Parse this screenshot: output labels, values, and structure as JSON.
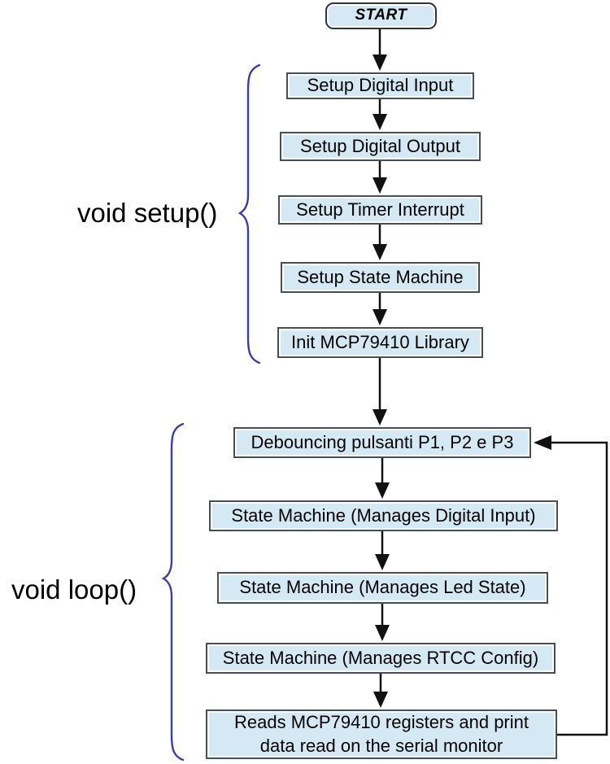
{
  "diagram": {
    "start": {
      "label": "START"
    },
    "setup": {
      "label": "void setup()",
      "boxes": [
        "Setup Digital Input",
        "Setup Digital Output",
        "Setup Timer Interrupt",
        "Setup State Machine",
        "Init MCP79410 Library"
      ]
    },
    "loop": {
      "label": "void loop()",
      "boxes": [
        "Debouncing pulsanti P1, P2 e P3",
        "State Machine (Manages Digital Input)",
        "State Machine (Manages Led State)",
        "State Machine (Manages RTCC Config)",
        "Reads MCP79410 registers and print\ndata read on the serial monitor"
      ]
    },
    "connections": {
      "flow": "START → setup boxes → loop boxes",
      "loopback": "Reads MCP79410 registers box → Debouncing pulsanti box"
    },
    "colors": {
      "background": "#ffffff",
      "box_fill": "#d5e9f5",
      "box_border": "#454f57",
      "box_inner_highlight": "#ffffff",
      "brace": "#3d3f9e",
      "connector": "#111111",
      "text": "#000000"
    }
  }
}
